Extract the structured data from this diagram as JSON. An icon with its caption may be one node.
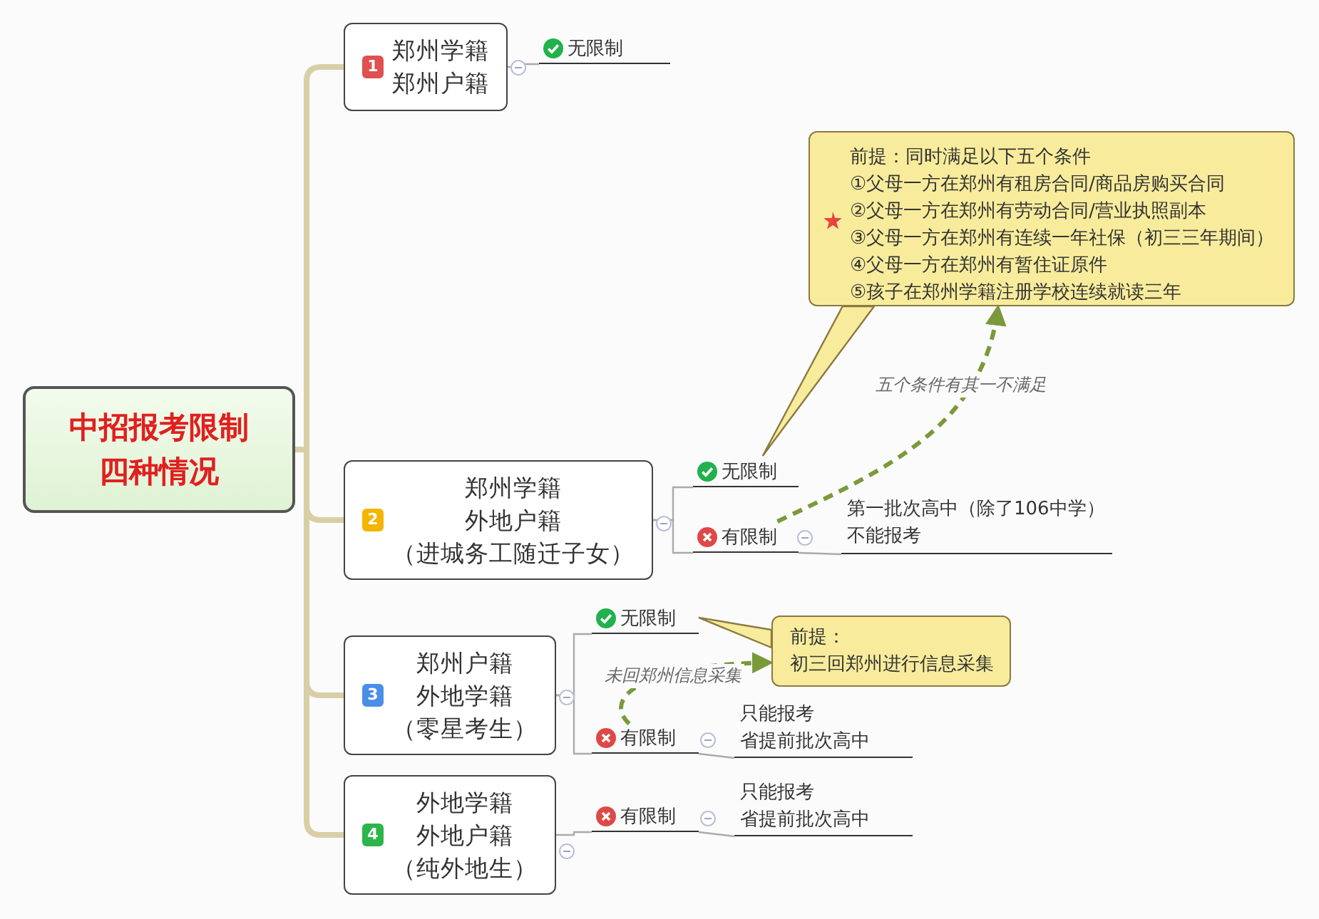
{
  "diagram": {
    "nodes": [
      {
        "text": [
          "中招报考限制四种情况"
        ]
      },
      {
        "text": [
          "1",
          "郑州学籍郑州户籍"
        ]
      },
      {
        "text": [
          "无限制"
        ]
      },
      {
        "text": [
          "2",
          "郑州学籍外地户籍（进城务工随迁子女）"
        ]
      },
      {
        "text": [
          "无限制"
        ]
      },
      {
        "text": [
          "有限制"
        ]
      },
      {
        "text": [
          "第一批次高中（除了106中学）不能报考"
        ]
      },
      {
        "text": [
          "前提：同时满足以下五个条件",
          "①父母一方在郑州有租房合同/商品房购买合同",
          "②父母一方在郑州有劳动合同/营业执照副本",
          "③父母一方在郑州有连续一年社保（初三三年期间）",
          "④父母一方在郑州有暂住证原件",
          "⑤孩子在郑州学籍注册学校连续就读三年"
        ]
      },
      {
        "text": [
          "3",
          "郑州户籍外地学籍（零星考生）"
        ]
      },
      {
        "text": [
          "无限制"
        ]
      },
      {
        "text": [
          "有限制"
        ]
      },
      {
        "text": [
          "只能报考省提前批次高中"
        ]
      },
      {
        "text": [
          "前提：",
          "初三回郑州进行信息采集"
        ]
      },
      {
        "text": [
          "4",
          "外地学籍外地户籍（纯外地生）"
        ]
      },
      {
        "text": [
          "有限制"
        ]
      },
      {
        "text": [
          "只能报考省提前批次高中"
        ]
      }
    ],
    "edges": [
      {
        "from": 0,
        "to": 1,
        "arrow": "none",
        "style": "thick",
        "color": "#d9cfa6"
      },
      {
        "from": 0,
        "to": 3,
        "arrow": "none",
        "style": "thick",
        "color": "#d9cfa6"
      },
      {
        "from": 0,
        "to": 8,
        "arrow": "none",
        "style": "thick",
        "color": "#d9cfa6"
      },
      {
        "from": 0,
        "to": 13,
        "arrow": "none",
        "style": "thick",
        "color": "#d9cfa6"
      },
      {
        "from": 1,
        "to": 2,
        "arrow": "none"
      },
      {
        "from": 3,
        "to": 4,
        "arrow": "none"
      },
      {
        "from": 3,
        "to": 5,
        "arrow": "none"
      },
      {
        "from": 5,
        "to": 6,
        "arrow": "none"
      },
      {
        "from": 4,
        "to": 7,
        "arrow": "none"
      },
      {
        "from": 5,
        "to": 7,
        "arrow": "to",
        "label": "五个条件有其一不满足",
        "style": "dashed",
        "color": "#7a9a3a"
      },
      {
        "from": 8,
        "to": 9,
        "arrow": "none"
      },
      {
        "from": 8,
        "to": 10,
        "arrow": "none"
      },
      {
        "from": 10,
        "to": 11,
        "arrow": "none"
      },
      {
        "from": 9,
        "to": 12,
        "arrow": "none"
      },
      {
        "from": 10,
        "to": 12,
        "arrow": "to",
        "label": "未回郑州信息采集",
        "style": "dashed",
        "color": "#7a9a3a"
      },
      {
        "from": 13,
        "to": 14,
        "arrow": "none"
      },
      {
        "from": 14,
        "to": 15,
        "arrow": "none"
      }
    ]
  }
}
